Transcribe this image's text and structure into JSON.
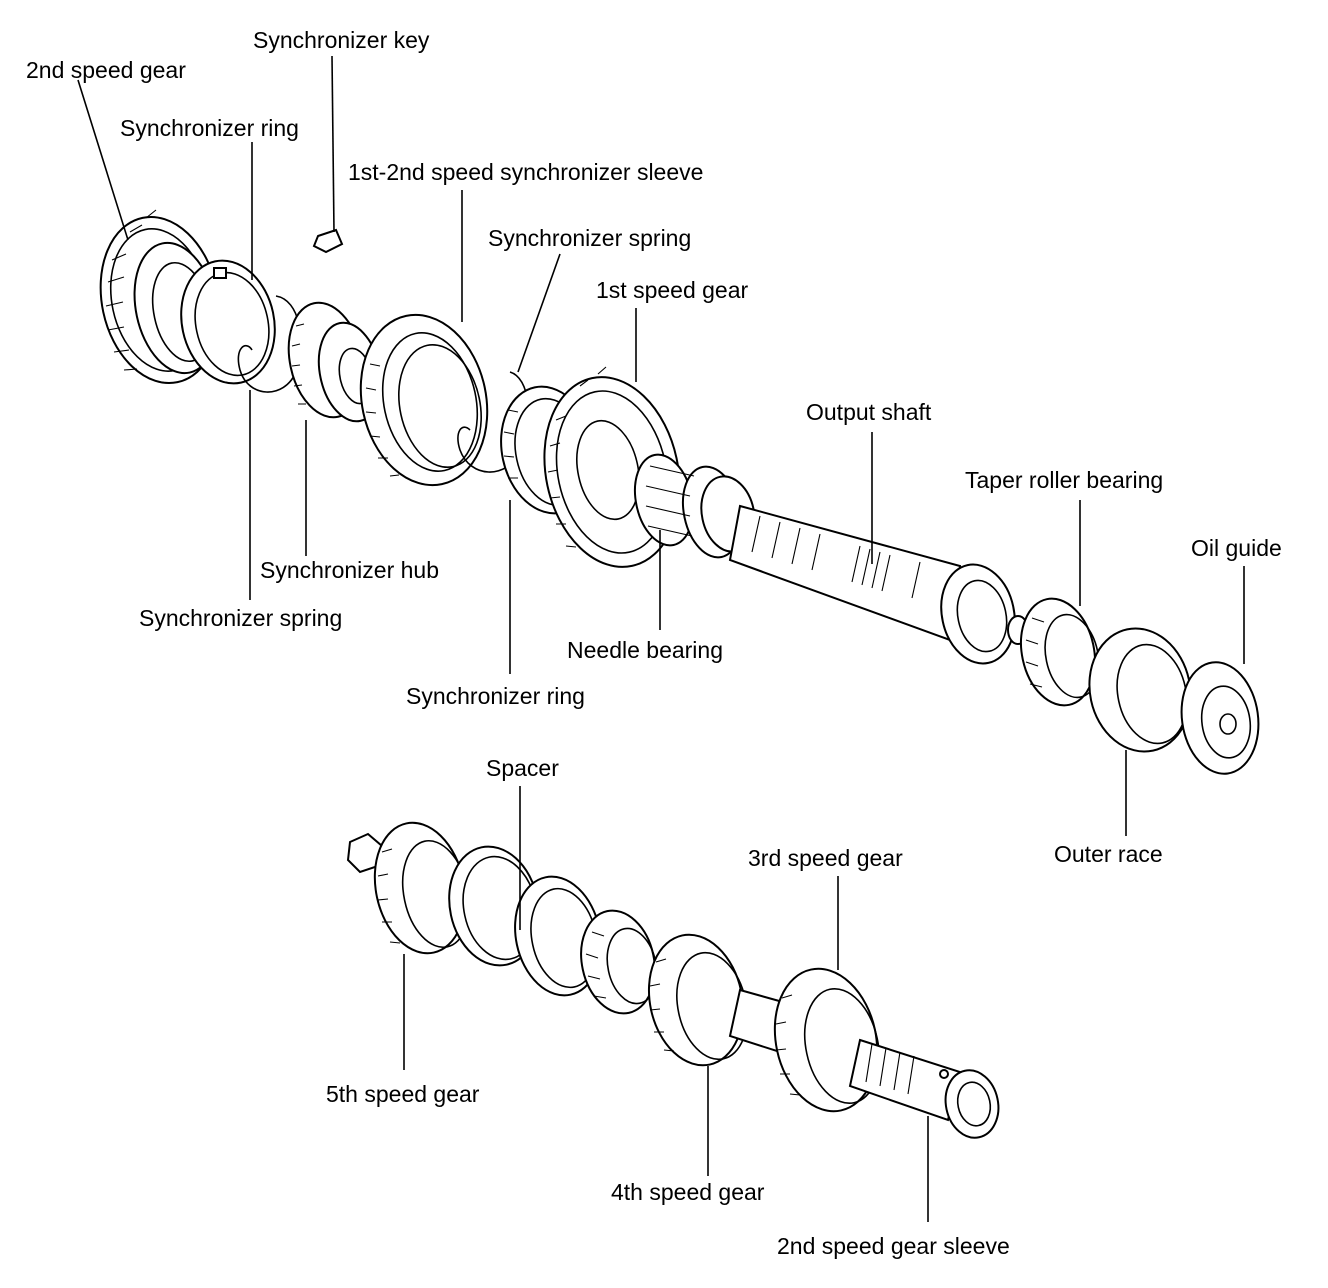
{
  "labels": {
    "second_speed_gear": "2nd speed gear",
    "synchronizer_key": "Synchronizer key",
    "synchronizer_ring_top": "Synchronizer ring",
    "sleeve_1st_2nd": "1st-2nd speed synchronizer sleeve",
    "synchronizer_spring_top": "Synchronizer spring",
    "first_speed_gear": "1st speed gear",
    "output_shaft": "Output shaft",
    "taper_roller_bearing": "Taper roller bearing",
    "oil_guide": "Oil guide",
    "synchronizer_hub": "Synchronizer hub",
    "synchronizer_spring_bottom": "Synchronizer spring",
    "needle_bearing": "Needle bearing",
    "synchronizer_ring_bottom": "Synchronizer ring",
    "outer_race": "Outer race",
    "spacer": "Spacer",
    "third_speed_gear": "3rd speed gear",
    "fifth_speed_gear": "5th speed gear",
    "fourth_speed_gear": "4th speed gear",
    "second_speed_gear_sleeve": "2nd speed gear sleeve"
  }
}
